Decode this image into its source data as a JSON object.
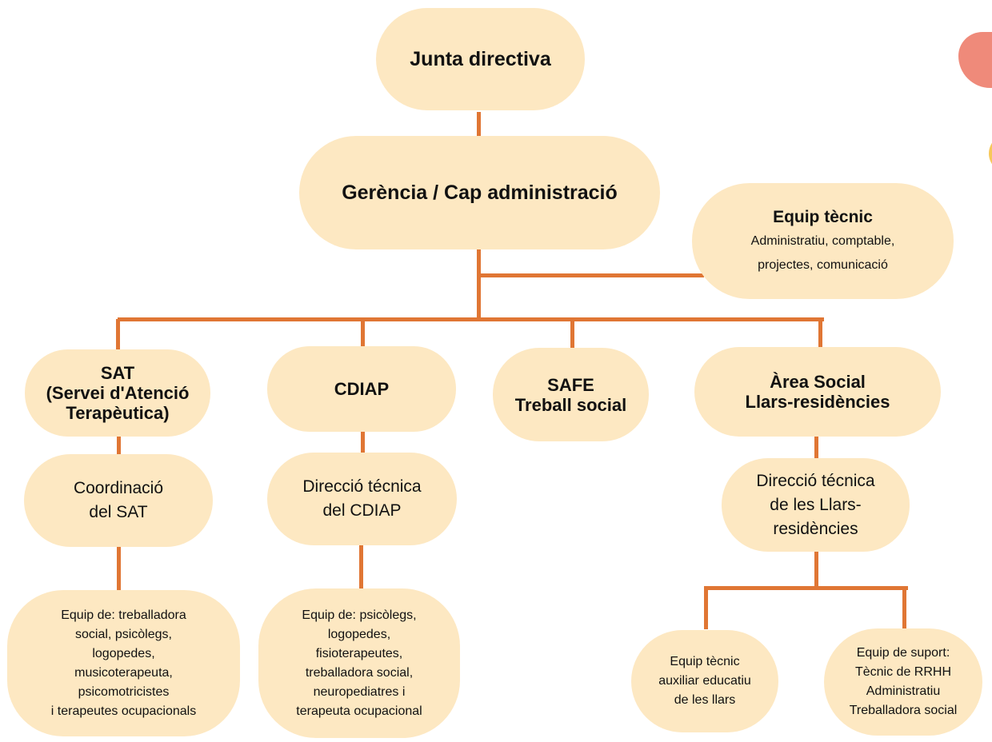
{
  "nodes": {
    "junta": "Junta directiva",
    "gerencia": "Gerència / Cap administració",
    "equip_tecnic": {
      "title": "Equip tècnic",
      "lines": [
        "Administratiu, comptable,",
        "projectes, comunicació"
      ]
    },
    "sat": {
      "lines": [
        "SAT",
        "(Servei d'Atenció",
        "Terapèutica)"
      ]
    },
    "cdiap": "CDIAP",
    "safe": {
      "lines": [
        "SAFE",
        "Treball social"
      ]
    },
    "area_social": {
      "lines": [
        "Àrea Social",
        "Llars-residències"
      ]
    },
    "coord_sat": {
      "lines": [
        "Coordinació",
        "del SAT"
      ]
    },
    "dir_cdiap": {
      "lines": [
        "Direcció técnica",
        "del CDIAP"
      ]
    },
    "dir_llars": {
      "lines": [
        "Direcció técnica",
        "de les Llars-",
        "residències"
      ]
    },
    "equip_sat": {
      "lines": [
        "Equip de: treballadora",
        "social, psicòlegs,",
        "logopedes,",
        "musicoterapeuta,",
        "psicomotricistes",
        "i terapeutes ocupacionals"
      ]
    },
    "equip_cdiap": {
      "lines": [
        "Equip de: psicòlegs,",
        "logopedes,",
        "fisioterapeutes,",
        "treballadora social,",
        "neuropediatres i",
        "terapeuta ocupacional"
      ]
    },
    "equip_aux": {
      "lines": [
        "Equip tècnic",
        "auxiliar educatiu",
        "de les llars"
      ]
    },
    "equip_suport": {
      "lines": [
        "Equip de suport:",
        "Tècnic de RRHH",
        "Administratiu",
        "Treballadora social"
      ]
    }
  },
  "colors": {
    "node_fill": "#fde8c2",
    "connector": "#e07634",
    "deco_red": "#ef8a7a",
    "deco_yellow": "#f7c85a"
  }
}
